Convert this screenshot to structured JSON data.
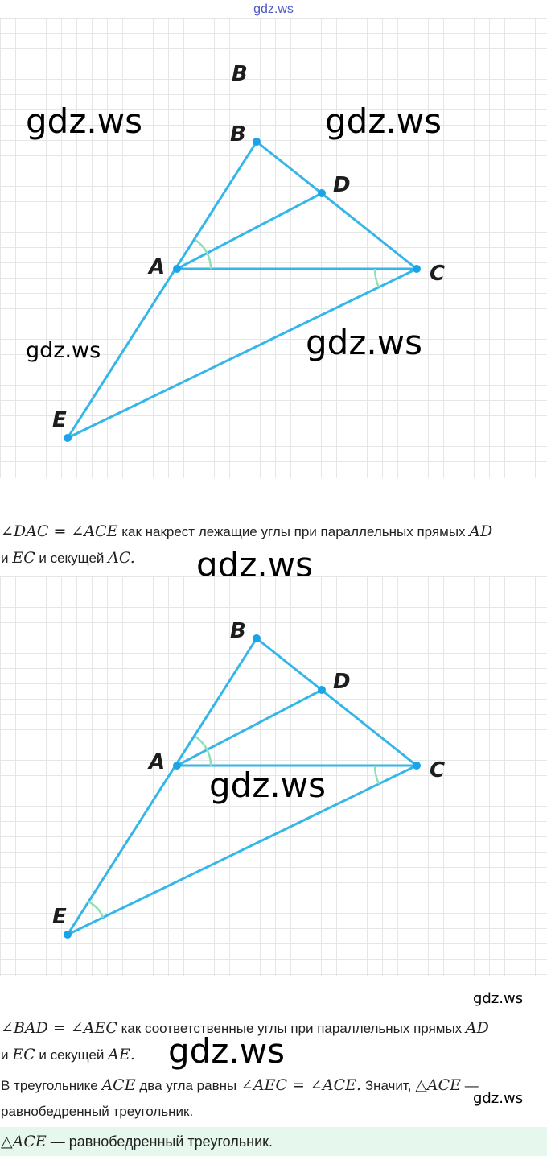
{
  "header": {
    "site": "gdz.ws"
  },
  "figure1": {
    "top_label": "B",
    "labels": {
      "A": "A",
      "B": "B",
      "C": "C",
      "D": "D",
      "E": "E"
    }
  },
  "figure2": {
    "labels": {
      "A": "A",
      "B": "B",
      "C": "C",
      "D": "D",
      "E": "E"
    }
  },
  "watermark": "gdz.ws",
  "paragraph1": {
    "math1": "∠DAC = ∠ACE",
    "text1": " как накрест лежащие углы при параллельных прямых ",
    "math2": "AD",
    "text2": "и ",
    "math3": "EC",
    "text3": " и секущей ",
    "math4": "AC."
  },
  "paragraph2": {
    "math1": "∠BAD = ∠AEC",
    "text1": " как соответственные углы при параллельных прямых ",
    "math2": "AD",
    "text2": "и ",
    "math3": "EC",
    "text3": " и секущей ",
    "math4": "AE."
  },
  "paragraph3": {
    "text1": "В треугольнике ",
    "math1": "ACE",
    "text2": " два угла равны ",
    "math2": "∠AEC = ∠ACE.",
    "text3": " Значит, ",
    "math3": "△ACE",
    "text4": " —",
    "text5": "равнобедренный треугольник."
  },
  "answer": {
    "math": "△ACE",
    "text": " — равнобедренный треугольник."
  }
}
